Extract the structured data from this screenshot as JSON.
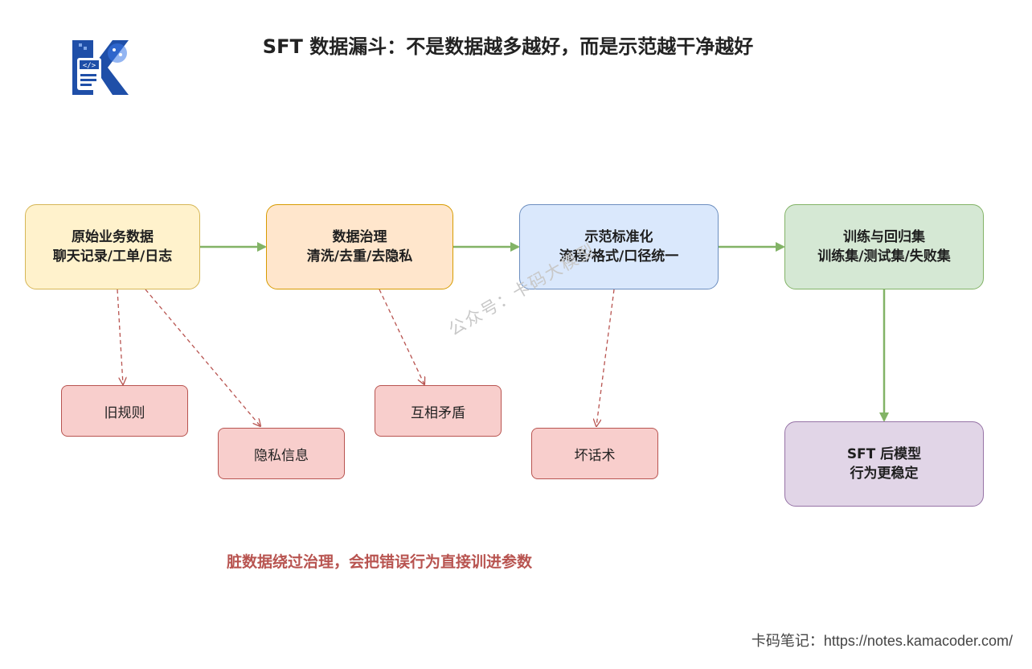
{
  "title": "SFT 数据漏斗：不是数据越多越好，而是示范越干净越好",
  "logo_letter": "K",
  "flow": [
    {
      "line1": "原始业务数据",
      "line2": "聊天记录/工单/日志"
    },
    {
      "line1": "数据治理",
      "line2": "清洗/去重/去隐私"
    },
    {
      "line1": "示范标准化",
      "line2": "流程/格式/口径统一"
    },
    {
      "line1": "训练与回归集",
      "line2": "训练集/测试集/失败集"
    }
  ],
  "result": {
    "line1": "SFT 后模型",
    "line2": "行为更稳定"
  },
  "issues": [
    "旧规则",
    "隐私信息",
    "互相矛盾",
    "坏话术"
  ],
  "note": "脏数据绕过治理，会把错误行为直接训进参数",
  "watermark": "公众号：卡码大模型",
  "footer": "卡码笔记：https://notes.kamacoder.com/",
  "colors": {
    "flow_arrow": "#82b366",
    "dashed_arrow": "#b85450",
    "note_text": "#b85450"
  }
}
